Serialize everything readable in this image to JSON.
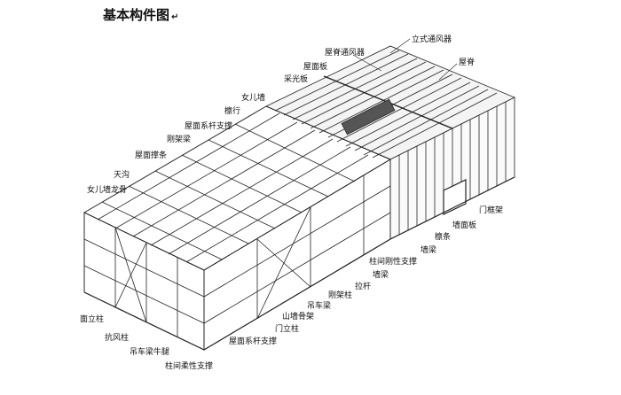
{
  "title": "基本构件图",
  "title_mark": "↵",
  "labels": {
    "ridge_vent": "立式通风器",
    "eave_vent": "屋脊通风器",
    "roof_ridge": "屋脊",
    "roof_panel": "屋面板",
    "skylight": "采光板",
    "parapet": "女儿墙",
    "purlin": "檩行",
    "roof_brace": "屋面系杆支撑",
    "frame_beam": "刚架梁",
    "roof_brace2": "屋面撑条",
    "gutter": "天沟",
    "parapet_post": "女儿墙龙骨",
    "door_frame": "门框架",
    "wall_panel": "墙面板",
    "wall_girt": "墙梁",
    "wall_girt2": "檩条",
    "column_brace": "柱间刚性支撑",
    "wall_beam": "墙梁",
    "purlin2": "拉杆",
    "frame_column": "刚架柱",
    "crane_beam": "吊车梁",
    "gable_frame": "山墙骨架",
    "door_column": "门立柱",
    "gable_column": "面立柱",
    "wind_column": "抗风柱",
    "crane_bracket": "吊车梁牛腿",
    "roof_tie": "屋面系杆支撑",
    "column_tie": "柱间柔性支撑"
  }
}
